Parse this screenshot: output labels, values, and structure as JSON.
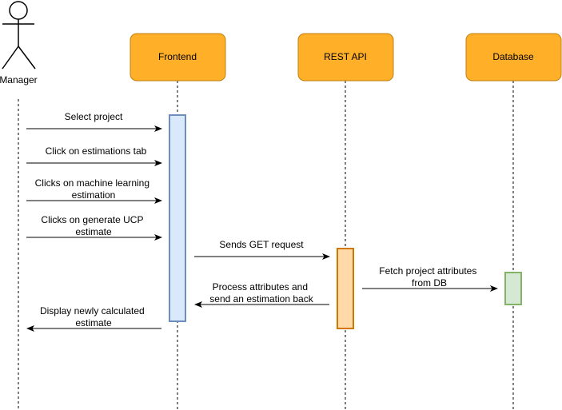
{
  "colors": {
    "participant_fill": "#FFAF28",
    "participant_stroke": "#C08010",
    "frontend_activation_fill": "#DAE8FC",
    "frontend_activation_stroke": "#6C8EBF",
    "api_activation_fill": "#FFD9A8",
    "api_activation_stroke": "#D07800",
    "db_activation_fill": "#D5E8D4",
    "db_activation_stroke": "#82B366",
    "line": "#000000"
  },
  "actor": {
    "label": "Manager",
    "icon": "stick-figure-icon"
  },
  "participants": {
    "frontend": "Frontend",
    "rest_api": "REST API",
    "database": "Database"
  },
  "messages": {
    "m1": [
      "Select project"
    ],
    "m2": [
      "Click on estimations tab"
    ],
    "m3": [
      "Clicks on machine learning",
      "estimation"
    ],
    "m4": [
      "Clicks on generate UCP",
      "estimate"
    ],
    "m5": [
      "Sends GET request"
    ],
    "m6": [
      "Fetch project attributes",
      "from DB"
    ],
    "m7": [
      "Process attributes and",
      "send an estimation back"
    ],
    "m8": [
      "Display newly calculated",
      "estimate"
    ]
  }
}
